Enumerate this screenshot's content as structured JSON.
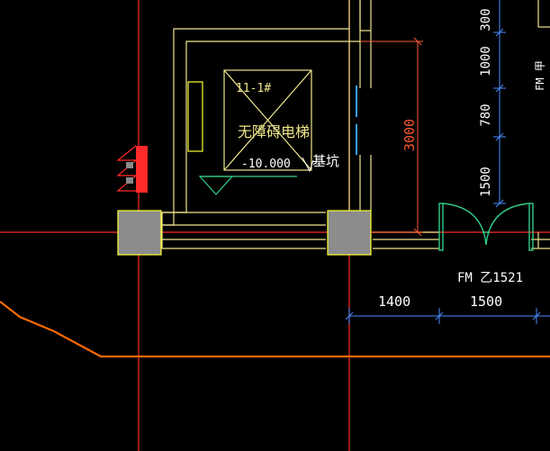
{
  "elevator": {
    "tag": "11-1#",
    "name": "无障碍电梯",
    "level": "-10.000",
    "pit_label": "基坑"
  },
  "door_label": "FM 乙1521",
  "dims_horizontal": [
    "1400",
    "1500"
  ],
  "dims_vertical_right": [
    "300",
    "1000",
    "780",
    "1500"
  ],
  "dim_shaft_depth": "3000",
  "edge_label": "FM 甲",
  "colors": {
    "background": "#000000",
    "axis": "#ff2a2a",
    "wall": "#f0e68c",
    "text": "#ffffff",
    "dim": "#4a8cff",
    "door": "#33cc88",
    "shaft_dim": "#ff5a33",
    "ground": "#ff6a00",
    "column_fill": "#8c8c8c",
    "column_edge": "#ffff33"
  }
}
